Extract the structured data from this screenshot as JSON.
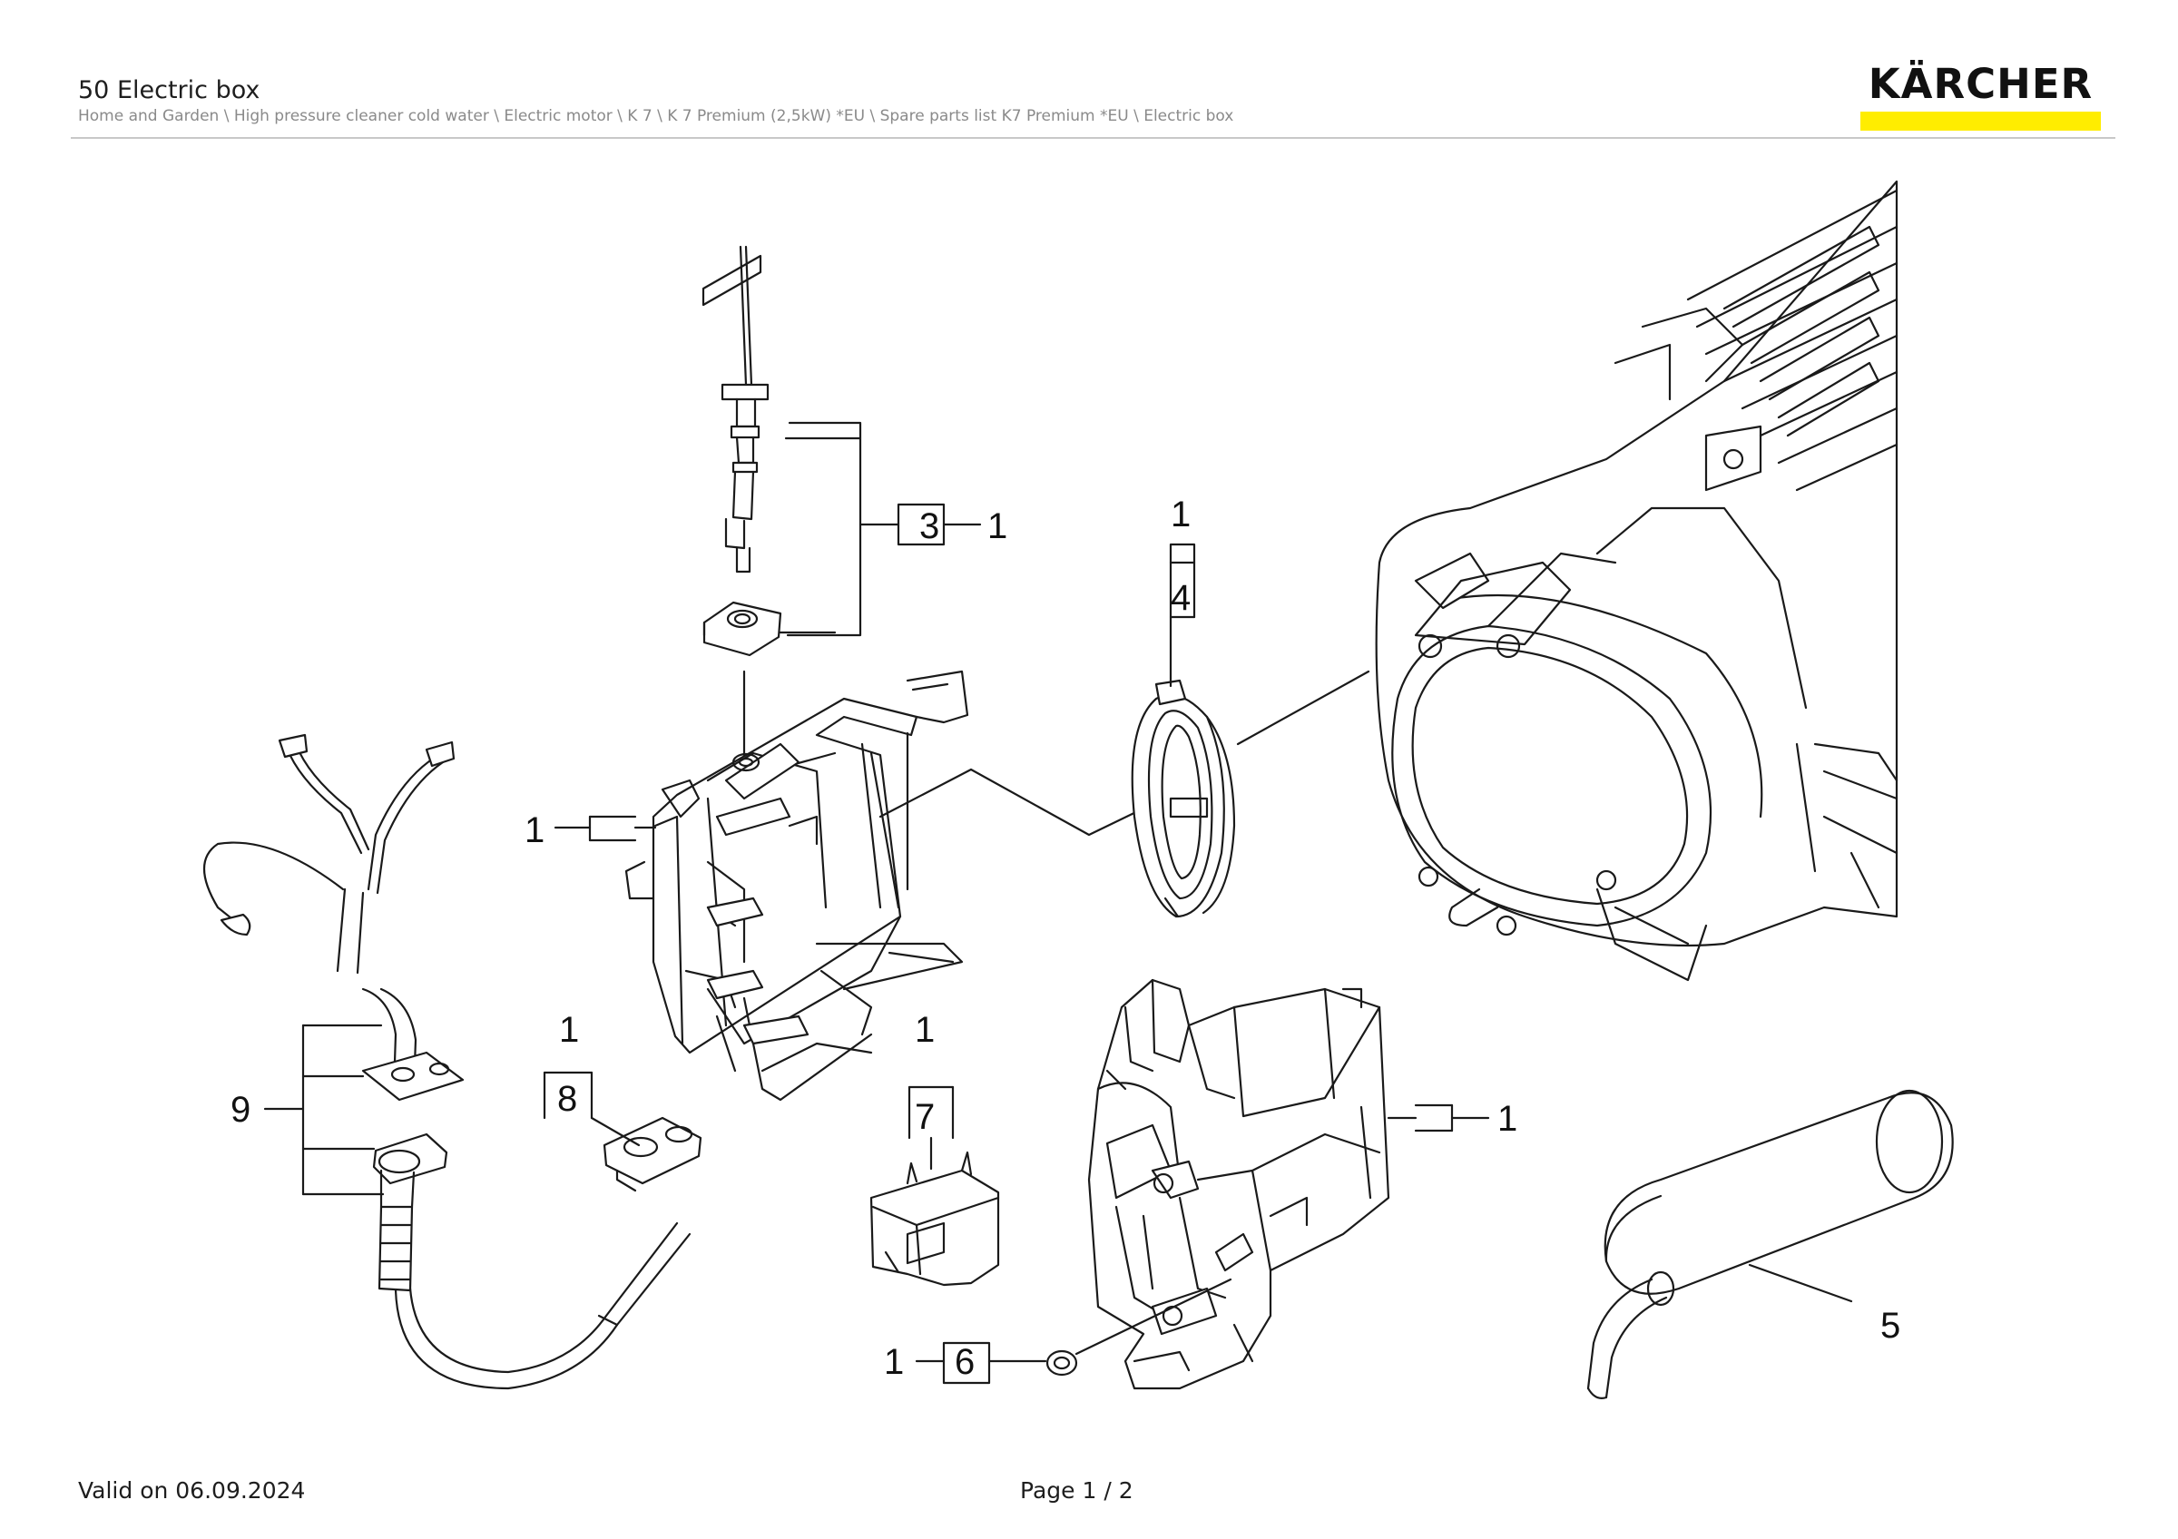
{
  "header": {
    "title": "50 Electric box",
    "breadcrumb": "Home and Garden \\ High pressure cleaner cold water \\ Electric motor \\ K 7 \\ K 7 Premium (2,5kW) *EU \\ Spare parts list K7 Premium *EU \\ Electric box"
  },
  "brand": {
    "name": "KÄRCHER",
    "bar_color": "#ffed00",
    "text_color": "#111111"
  },
  "diagram": {
    "line_color": "#1a1a1a",
    "callouts": {
      "c3": "3",
      "c3_qty": "1",
      "c4": "4",
      "c4_qty": "1",
      "c1_bracket": "1",
      "c1_housing": "1",
      "c8": "8",
      "c8_qty": "1",
      "c7": "7",
      "c7_qty": "1",
      "c9": "9",
      "c6": "6",
      "c6_qty": "1",
      "c5": "5"
    }
  },
  "footer": {
    "valid": "Valid on 06.09.2024",
    "page": "Page 1 / 2"
  }
}
